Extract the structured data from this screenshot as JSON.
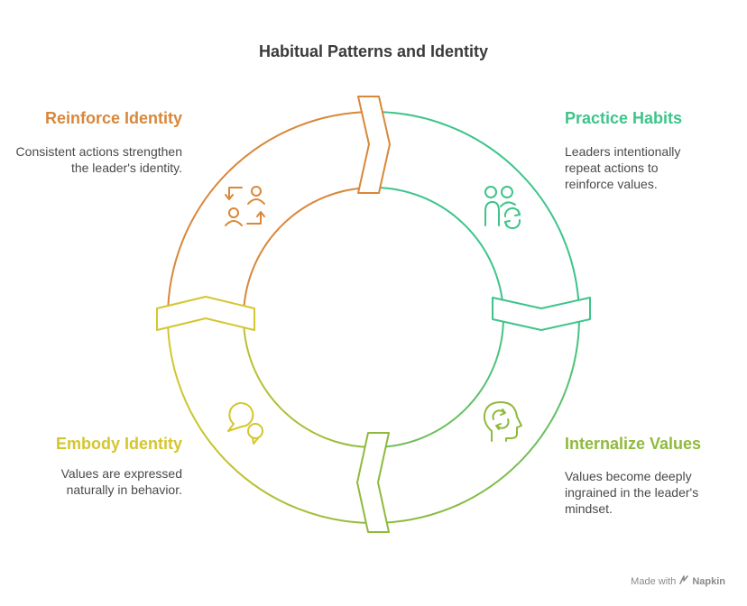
{
  "title": "Habitual Patterns and Identity",
  "colors": {
    "reinforce": "#d9873a",
    "practice": "#3ec48a",
    "internalize": "#8fba3c",
    "embody": "#d4c62e"
  },
  "stages": [
    {
      "heading": "Reinforce Identity",
      "description": "Consistent actions strengthen the leader's identity.",
      "icon": "swap-users-icon"
    },
    {
      "heading": "Practice Habits",
      "description": "Leaders intentionally repeat actions to reinforce values.",
      "icon": "users-cycle-icon"
    },
    {
      "heading": "Internalize Values",
      "description": "Values become deeply ingrained in the leader's mindset.",
      "icon": "head-cycle-icon"
    },
    {
      "heading": "Embody Identity",
      "description": "Values are expressed naturally in behavior.",
      "icon": "speech-bubbles-icon"
    }
  ],
  "watermark": {
    "prefix": "Made with",
    "brand": "Napkin"
  }
}
